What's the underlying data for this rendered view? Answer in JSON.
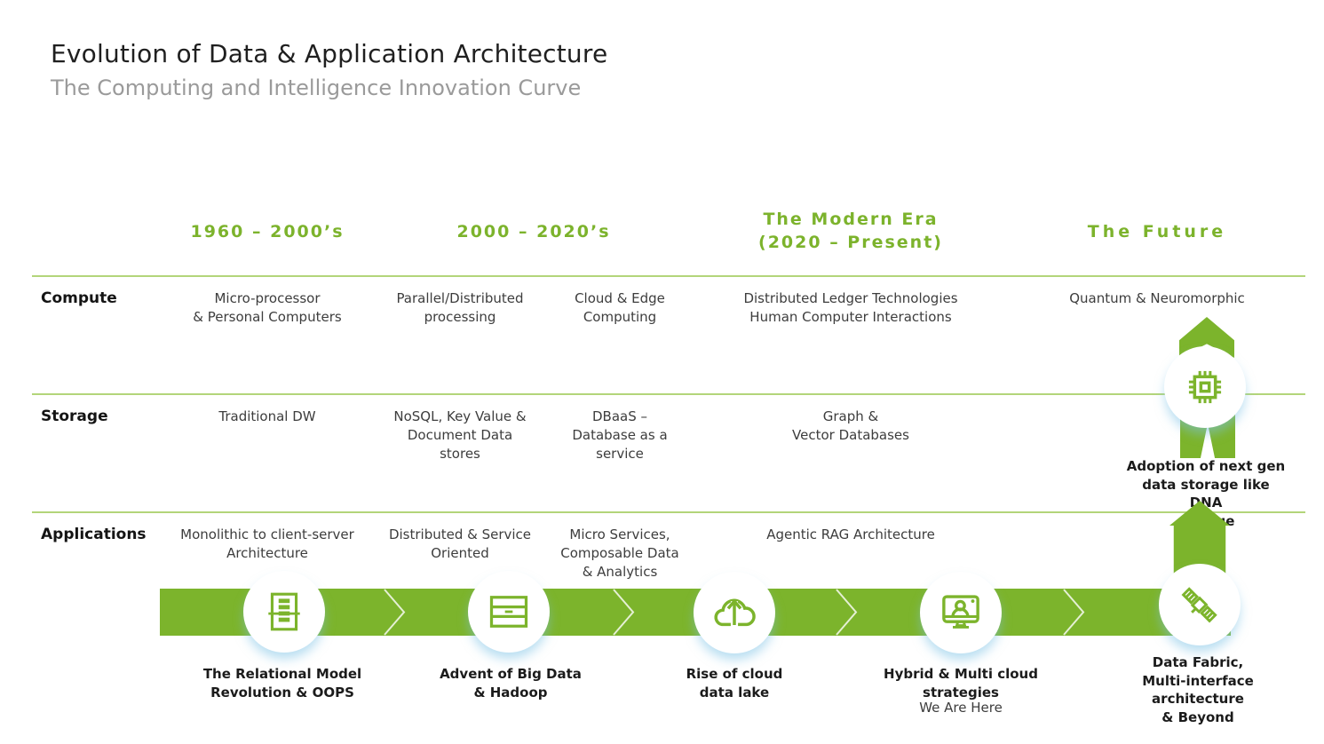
{
  "title": "Evolution of Data & Application Architecture",
  "subtitle": "The Computing and Intelligence Innovation Curve",
  "eras": {
    "era1": "1960 – 2000’s",
    "era2": "2000 – 2020’s",
    "era3": "The Modern Era\n(2020 – Present)",
    "era4": "The Future"
  },
  "compute": {
    "label": "Compute",
    "c1": "Micro-processor\n& Personal Computers",
    "c2": "Parallel/Distributed\nprocessing",
    "c3": "Cloud & Edge\nComputing",
    "c4": "Distributed Ledger Technologies\nHuman Computer Interactions",
    "c5": "Quantum & Neuromorphic"
  },
  "storage": {
    "label": "Storage",
    "c1": "Traditional DW",
    "c2": "NoSQL, Key Value &\nDocument Data\nstores",
    "c3": "DBaaS –\nDatabase as a\nservice",
    "c4": "Graph &\nVector Databases",
    "c5": "Adoption of next gen\ndata storage like DNA\nstorage"
  },
  "applications": {
    "label": "Applications",
    "c1": "Monolithic to client-server\nArchitecture",
    "c2": "Distributed & Service\nOriented",
    "c3": "Micro Services,\nComposable Data\n& Analytics",
    "c4": "Agentic RAG Architecture"
  },
  "timeline": {
    "m1": "The Relational Model\nRevolution & OOPS",
    "m2": "Advent of Big Data\n& Hadoop",
    "m3": "Rise of cloud\ndata lake",
    "m4": "Hybrid & Multi cloud\nstrategies",
    "m4_sub": "We Are Here",
    "m5": "Data Fabric,\nMulti-interface\narchitecture\n& Beyond",
    "icons": [
      "relational-table-icon",
      "big-data-server-icon",
      "cloud-upload-icon",
      "video-conference-icon",
      "satellite-icon",
      "chip-icon"
    ]
  },
  "colors": {
    "green": "#7cb42c",
    "green_text": "#7cb32c",
    "light_green_line": "#b3d57a",
    "dark_text": "#3d3d3d",
    "subtitle_gray": "#9a9a9a"
  }
}
